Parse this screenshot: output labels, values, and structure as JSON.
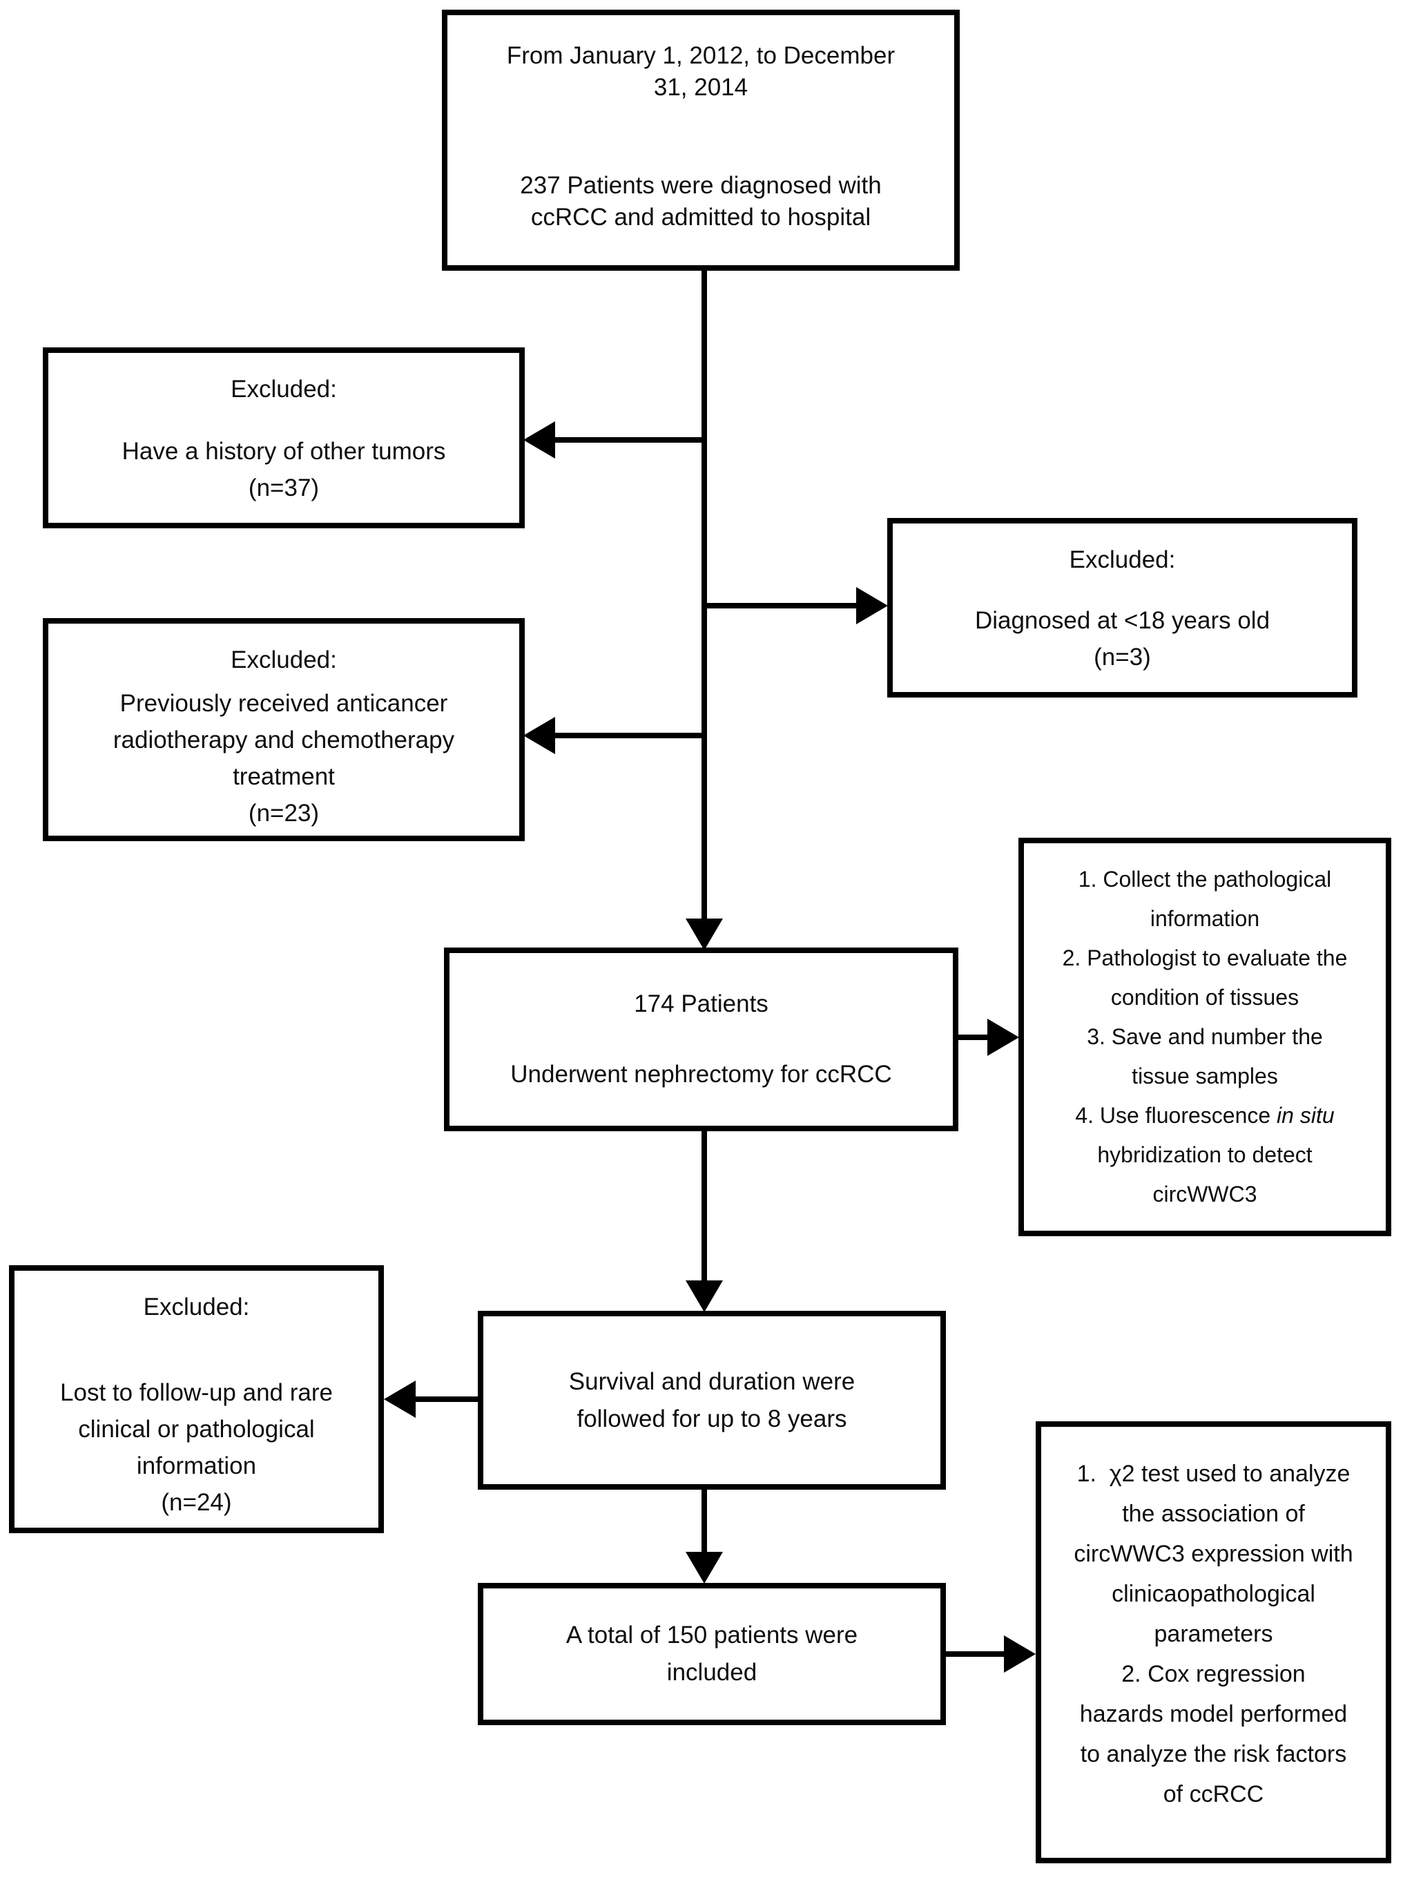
{
  "colors": {
    "ink": "#000000",
    "paper": "#ffffff",
    "text": "#0d0d0d"
  },
  "boxes": {
    "enrollment": {
      "lines_top": [
        "From January 1, 2012, to December",
        "31, 2014"
      ],
      "lines_bottom": [
        "237 Patients were diagnosed with",
        "ccRCC and admitted to hospital"
      ]
    },
    "excluded_tumors": {
      "title": "Excluded:",
      "lines": [
        "Have a history of other tumors",
        "(n=37)"
      ]
    },
    "excluded_age": {
      "title": "Excluded:",
      "lines": [
        "Diagnosed at <18 years old",
        "(n=3)"
      ]
    },
    "excluded_pretreated": {
      "title": "Excluded:",
      "lines": [
        "Previously received anticancer",
        "radiotherapy and chemotherapy",
        "treatment",
        "(n=23)"
      ]
    },
    "nephrectomy": {
      "lines": [
        "174 Patients",
        "Underwent nephrectomy for ccRCC"
      ]
    },
    "pathology_steps": {
      "lines": [
        "1. Collect the pathological",
        "information",
        "2. Pathologist to evaluate the",
        "condition of tissues",
        "3. Save and number the",
        "tissue samples"
      ],
      "line_fish_prefix": "4. Use fluorescence ",
      "line_fish_italic": "in situ",
      "lines_after": [
        "hybridization to detect",
        "circWWC3"
      ]
    },
    "excluded_followup": {
      "title": "Excluded:",
      "lines": [
        "Lost to follow-up and rare",
        "clinical or pathological",
        "information",
        "(n=24)"
      ]
    },
    "followup": {
      "lines": [
        "Survival and duration were",
        "followed for up to 8 years"
      ]
    },
    "included": {
      "lines": [
        "A total of 150 patients were",
        "included"
      ]
    },
    "analysis": {
      "lines": [
        "1.  χ2 test used to analyze",
        "the association of",
        "circWWC3 expression with",
        "clinicaopathological",
        "parameters",
        "2. Cox regression",
        "hazards model performed",
        "to analyze the risk factors",
        "of ccRCC"
      ]
    }
  }
}
